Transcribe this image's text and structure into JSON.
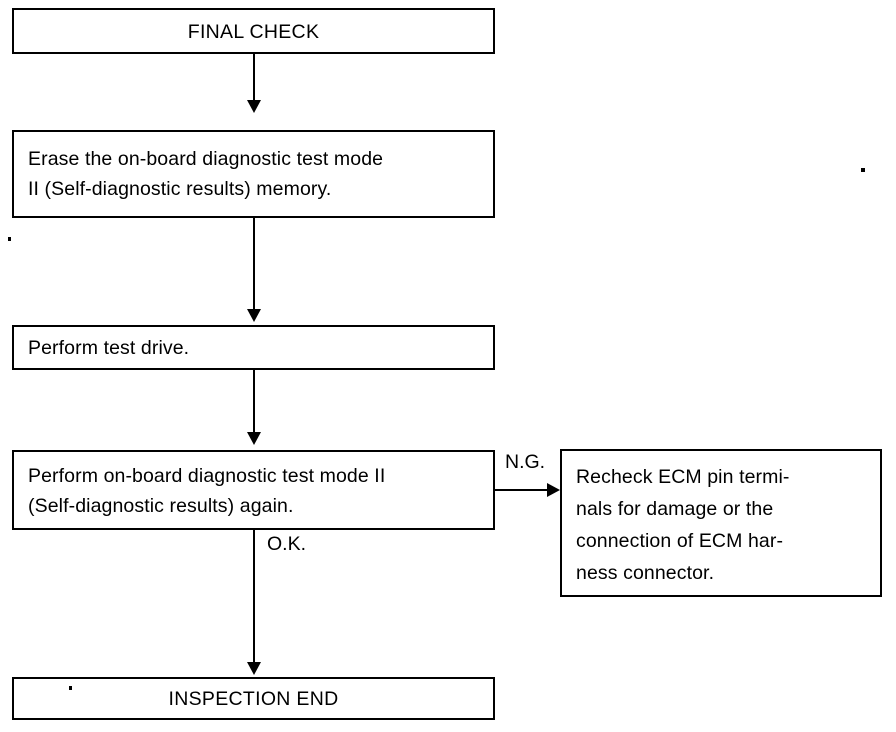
{
  "diagram": {
    "title": "FINAL CHECK flowchart",
    "background_color": "#ffffff",
    "line_color": "#000000",
    "nodes": [
      {
        "id": "final-check",
        "text": "FINAL CHECK",
        "align": "center"
      },
      {
        "id": "erase-memory",
        "text": "Erase the on-board diagnostic test mode\nII (Self-diagnostic results) memory.",
        "align": "left"
      },
      {
        "id": "test-drive",
        "text": "Perform test drive.",
        "align": "left"
      },
      {
        "id": "perform-again",
        "text": "Perform on-board diagnostic test mode II\n(Self-diagnostic results) again.",
        "align": "left"
      },
      {
        "id": "recheck-ecm",
        "text": "Recheck ECM pin termi-\nnals for damage or the\nconnection of ECM har-\nness connector.",
        "align": "left"
      },
      {
        "id": "inspection-end",
        "text": "INSPECTION END",
        "align": "center"
      }
    ],
    "edge_labels": {
      "ng": "N.G.",
      "ok": "O.K."
    }
  }
}
